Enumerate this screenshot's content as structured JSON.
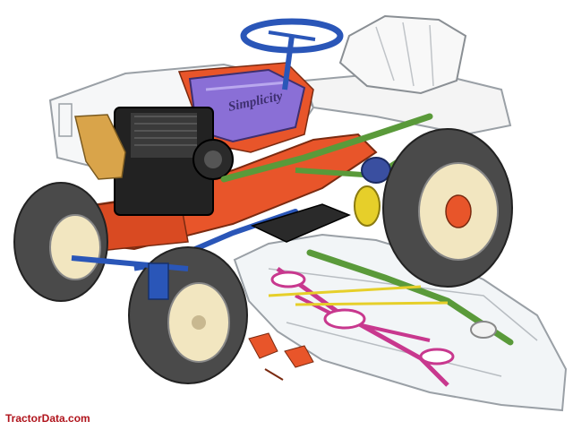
{
  "image": {
    "subject": "cutaway-illustration",
    "brand_lettering": "Simplicity",
    "watermark": "TractorData.com"
  },
  "colors": {
    "frame_orange": "#e8552a",
    "engine_black": "#222222",
    "fuel_tank_purple": "#8a6fd6",
    "steering_blue": "#2a56b8",
    "drive_green": "#5a9a3a",
    "pulley_yellow": "#e6cf2a",
    "mower_belt_magenta": "#c8388e",
    "deck_outline_gray": "#9aa0a6",
    "tire_dark": "#4a4a4a",
    "rim_cream": "#f2e6c0",
    "watermark_red": "#b0141c"
  }
}
